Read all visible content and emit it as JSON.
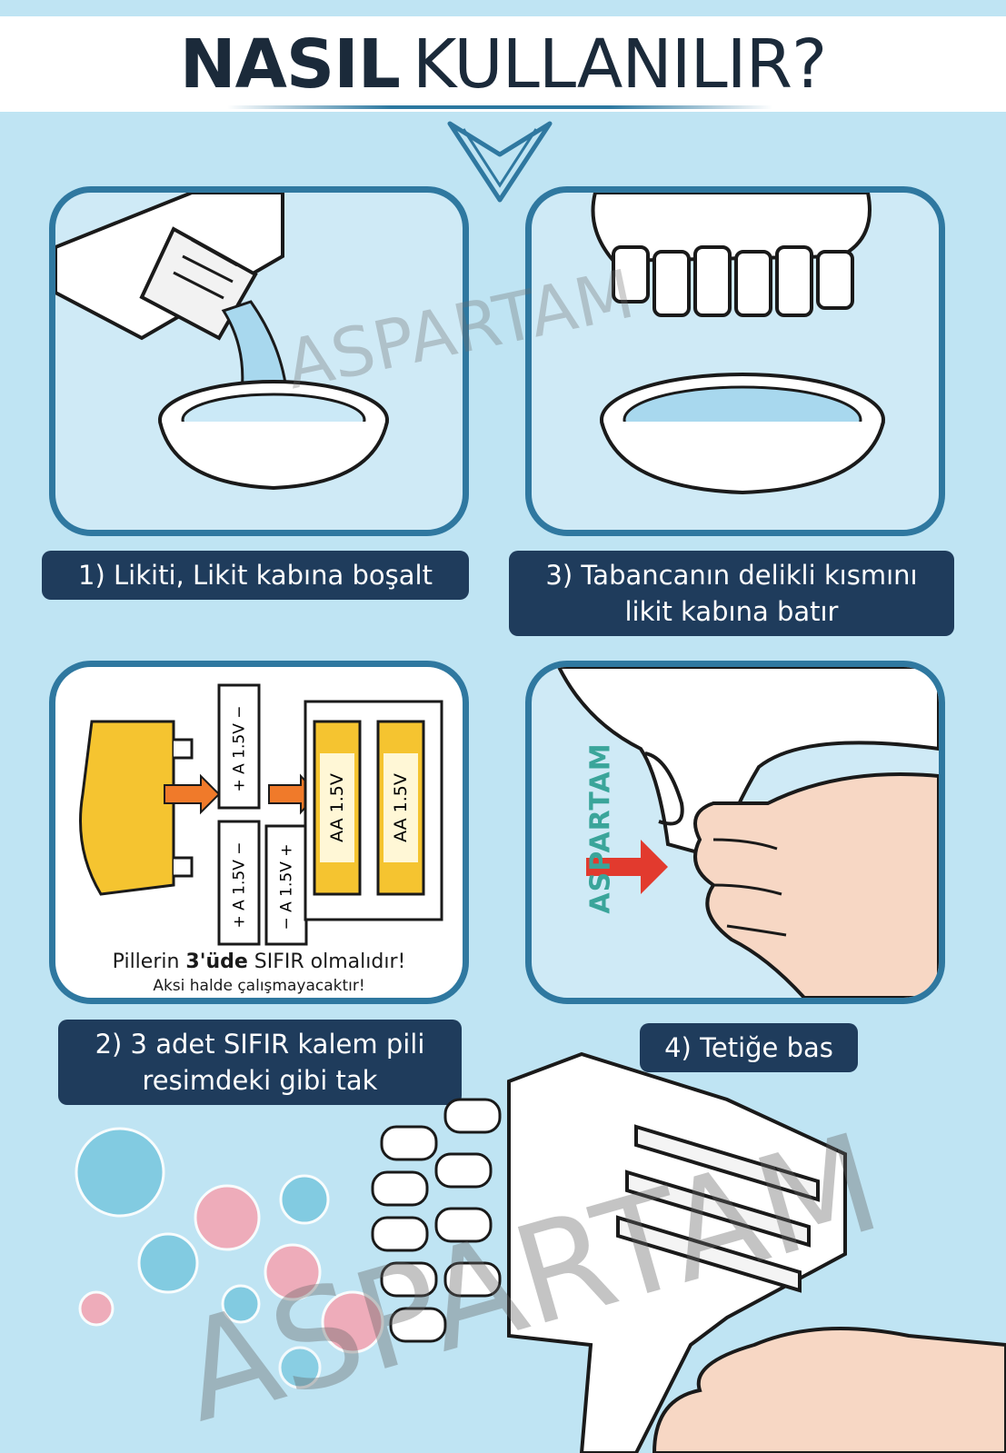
{
  "header": {
    "title_bold": "NASIL",
    "title_normal": "KULLANILIR?"
  },
  "steps": {
    "step1": {
      "caption": "1) Likiti, Likit kabına boşalt"
    },
    "step3": {
      "caption_line1": "3) Tabancanın delikli kısmını",
      "caption_line2": "likit kabına batır"
    },
    "step2": {
      "caption_line1": "2) 3 adet SIFIR kalem pili",
      "caption_line2": "resimdeki gibi tak",
      "warning_prefix": "Pillerin ",
      "warning_bold": "3'üde",
      "warning_suffix": " SIFIR olmalıdır!",
      "warning_line2": "Aksi halde çalışmayacaktır!",
      "battery_labels": [
        "+ A 1.5V −",
        "+ A 1.5V −",
        "− A 1.5V +",
        "AA 1.5V",
        "AA 1.5V"
      ]
    },
    "step4": {
      "caption": "4) Tetiğe bas",
      "brand_vertical": "ASPARTAM"
    }
  },
  "watermark": {
    "text": "ASPARTAM"
  },
  "colors": {
    "background": "#bfe4f3",
    "panel_border": "#2f78a0",
    "caption_bg": "#1f3c5c",
    "arrow_red": "#e23a2e",
    "battery_yellow": "#f5c430",
    "bubble_blue": "#7cc9e0",
    "bubble_pink": "#f4a7b4"
  },
  "icons": [
    "chevron-down-icon",
    "arrow-right-icon"
  ]
}
